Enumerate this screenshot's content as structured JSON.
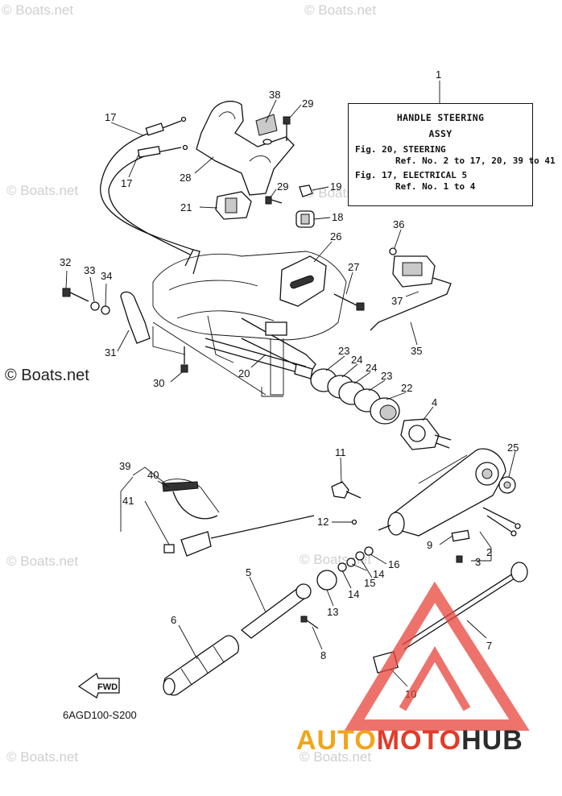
{
  "note": {
    "title": "HANDLE STEERING",
    "subtitle": "ASSY",
    "line1": "Fig. 20, STEERING",
    "line2": "Ref. No. 2 to 17, 20, 39 to 41",
    "line3": "Fig. 17, ELECTRICAL 5",
    "line4": "Ref. No. 1 to 4"
  },
  "drawing_code": "6AGD100-S200",
  "fwd_label": "FWD",
  "watermark": "© Boats.net",
  "logo": {
    "part1": "AUTO",
    "part2": "MOTO",
    "part3": "HUB"
  },
  "callouts": [
    {
      "id": "c1",
      "label": "1"
    },
    {
      "id": "c2",
      "label": "2"
    },
    {
      "id": "c3",
      "label": "3"
    },
    {
      "id": "c4",
      "label": "4"
    },
    {
      "id": "c5",
      "label": "5"
    },
    {
      "id": "c6",
      "label": "6"
    },
    {
      "id": "c7",
      "label": "7"
    },
    {
      "id": "c8",
      "label": "8"
    },
    {
      "id": "c9",
      "label": "9"
    },
    {
      "id": "c10",
      "label": "10"
    },
    {
      "id": "c11",
      "label": "11"
    },
    {
      "id": "c12",
      "label": "12"
    },
    {
      "id": "c13",
      "label": "13"
    },
    {
      "id": "c14a",
      "label": "14"
    },
    {
      "id": "c14b",
      "label": "14"
    },
    {
      "id": "c15",
      "label": "15"
    },
    {
      "id": "c16",
      "label": "16"
    },
    {
      "id": "c17a",
      "label": "17"
    },
    {
      "id": "c17b",
      "label": "17"
    },
    {
      "id": "c18",
      "label": "18"
    },
    {
      "id": "c19",
      "label": "19"
    },
    {
      "id": "c20",
      "label": "20"
    },
    {
      "id": "c21",
      "label": "21"
    },
    {
      "id": "c22",
      "label": "22"
    },
    {
      "id": "c23a",
      "label": "23"
    },
    {
      "id": "c23b",
      "label": "23"
    },
    {
      "id": "c24a",
      "label": "24"
    },
    {
      "id": "c24b",
      "label": "24"
    },
    {
      "id": "c25",
      "label": "25"
    },
    {
      "id": "c26",
      "label": "26"
    },
    {
      "id": "c27",
      "label": "27"
    },
    {
      "id": "c28",
      "label": "28"
    },
    {
      "id": "c29a",
      "label": "29"
    },
    {
      "id": "c29b",
      "label": "29"
    },
    {
      "id": "c30",
      "label": "30"
    },
    {
      "id": "c31",
      "label": "31"
    },
    {
      "id": "c32",
      "label": "32"
    },
    {
      "id": "c33",
      "label": "33"
    },
    {
      "id": "c34",
      "label": "34"
    },
    {
      "id": "c35",
      "label": "35"
    },
    {
      "id": "c36",
      "label": "36"
    },
    {
      "id": "c37",
      "label": "37"
    },
    {
      "id": "c38",
      "label": "38"
    },
    {
      "id": "c39",
      "label": "39"
    },
    {
      "id": "c40",
      "label": "40"
    },
    {
      "id": "c41",
      "label": "41"
    }
  ]
}
